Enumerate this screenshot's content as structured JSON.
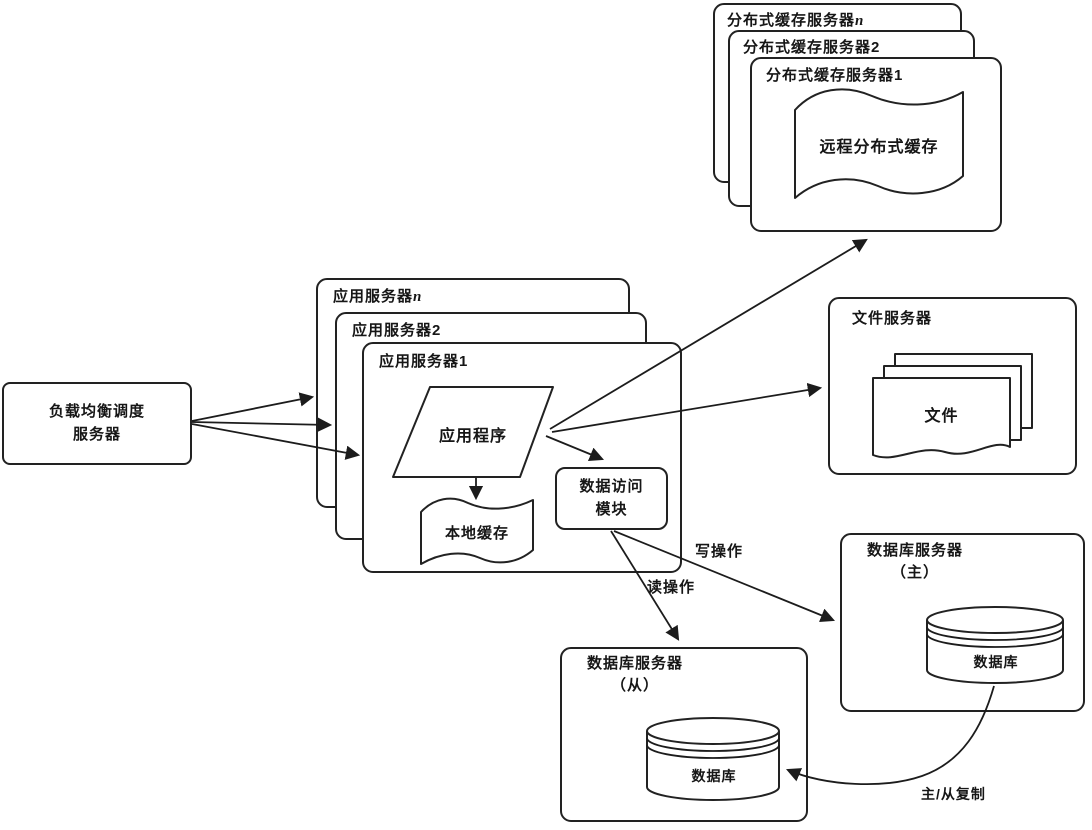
{
  "colors": {
    "line": "#222222",
    "background": "#ffffff"
  },
  "nodes": {
    "load_balancer": {
      "line1": "负载均衡调度",
      "line2": "服务器"
    },
    "app_servers": {
      "back_prefix": "应用服务器",
      "back_suffix": "n",
      "middle": "应用服务器2",
      "front": "应用服务器1",
      "application": "应用程序",
      "local_cache": "本地缓存",
      "data_access_line1": "数据访问",
      "data_access_line2": "模块"
    },
    "cache_servers": {
      "back_prefix": "分布式缓存服务器",
      "back_suffix": "n",
      "middle": "分布式缓存服务器2",
      "front": "分布式缓存服务器1",
      "remote_cache": "远程分布式缓存"
    },
    "file_server": {
      "title": "文件服务器",
      "files": "文件"
    },
    "db_master": {
      "title": "数据库服务器",
      "role": "（主）",
      "database": "数据库"
    },
    "db_slave": {
      "title": "数据库服务器",
      "role": "（从）",
      "database": "数据库"
    }
  },
  "edge_labels": {
    "write": "写操作",
    "read": "读操作",
    "replication": "主/从复制"
  }
}
